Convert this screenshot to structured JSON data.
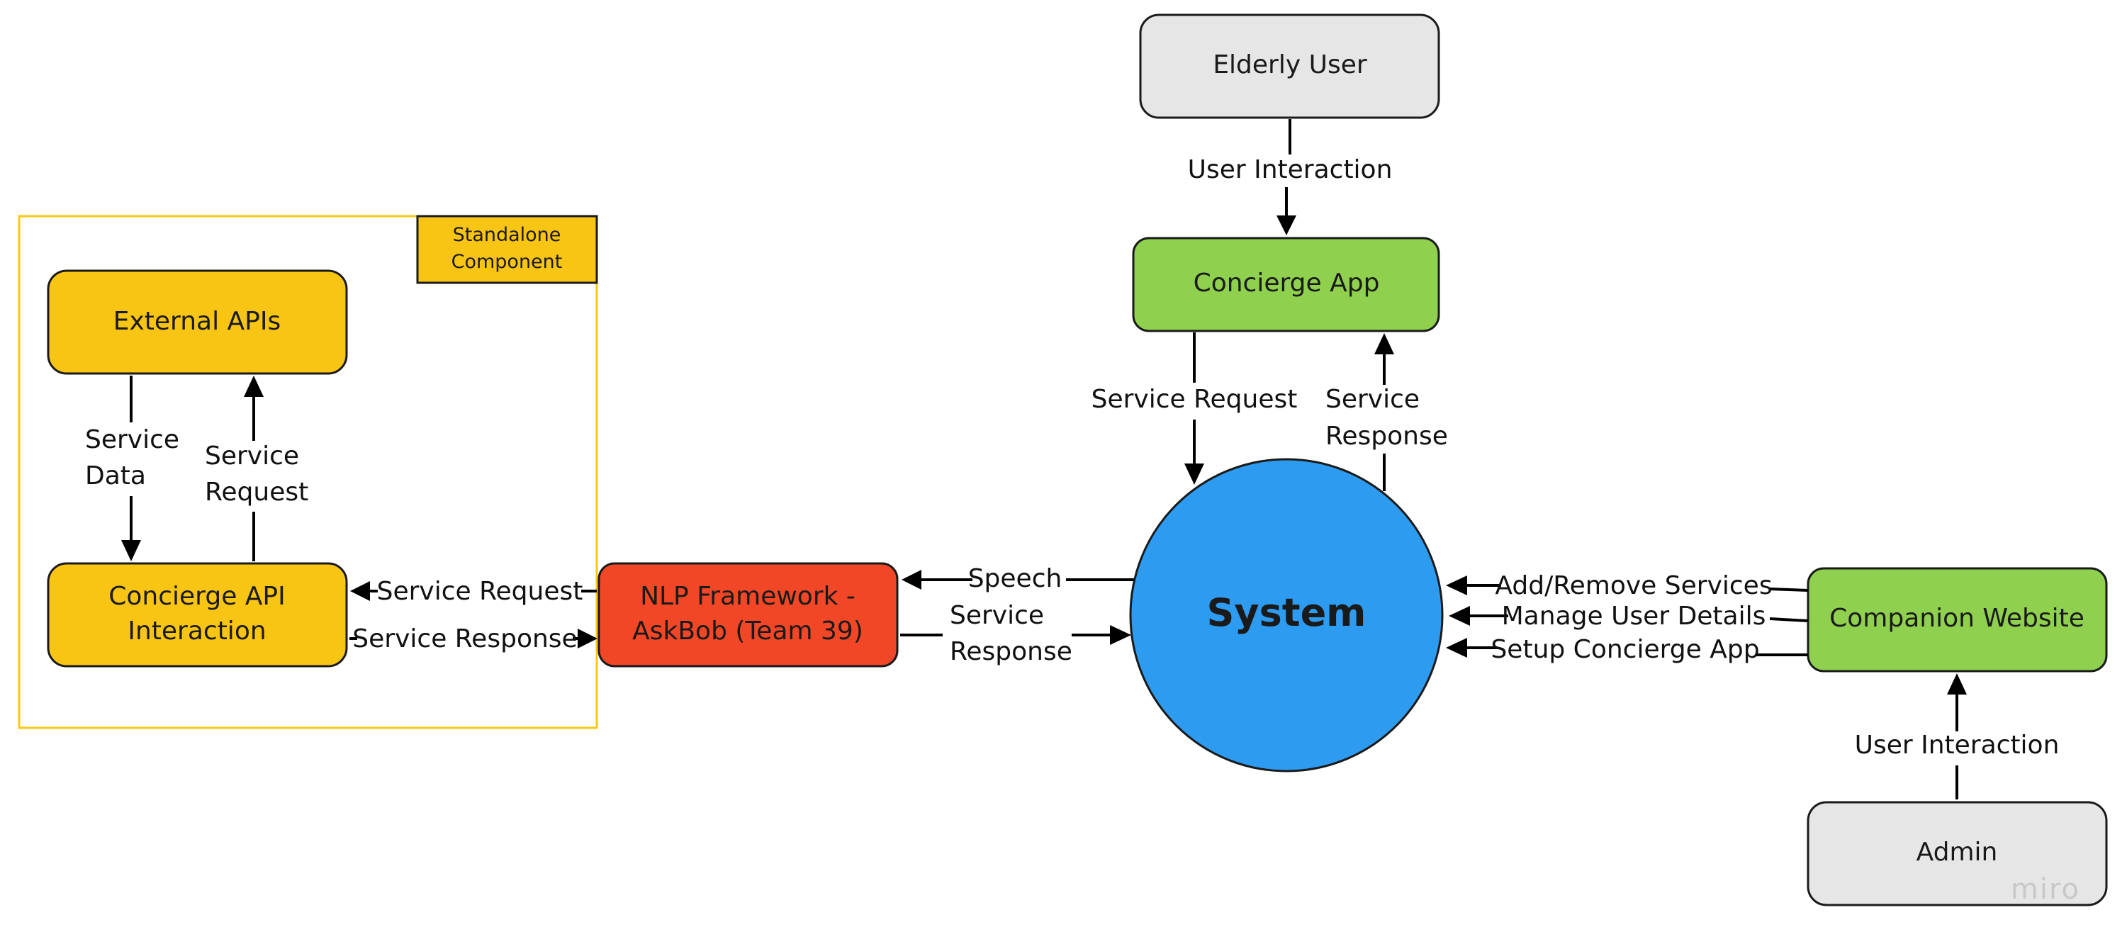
{
  "colors": {
    "external_block": "#f9c515",
    "app_block": "#8fd14f",
    "nlp_block": "#f24726",
    "system_circle": "#2d9bf0",
    "actor_block": "#e6e6e6",
    "standalone_frame": "#fac710"
  },
  "nodes": {
    "elderly_user": "Elderly User",
    "concierge_app": "Concierge App",
    "system": "System",
    "companion_website": "Companion Website",
    "admin": "Admin",
    "nlp_line1": "NLP Framework -",
    "nlp_line2": "AskBob (Team 39)",
    "external_apis": "External APIs",
    "concierge_api_line1": "Concierge API",
    "concierge_api_line2": "Interaction",
    "standalone_line1": "Standalone",
    "standalone_line2": "Component"
  },
  "edges": {
    "user_interaction_top": "User Interaction",
    "service_request_app": "Service Request",
    "service_response_app_line1": "Service",
    "service_response_app_line2": "Response",
    "speech": "Speech",
    "service_response_nlp_line1": "Service",
    "service_response_nlp_line2": "Response",
    "add_remove_services": "Add/Remove Services",
    "manage_user_details": "Manage User Details",
    "setup_concierge_app": "Setup Concierge App",
    "user_interaction_admin": "User Interaction",
    "service_request_api": "Service Request",
    "service_response_api": "Service Response",
    "service_data_line1": "Service",
    "service_data_line2": "Data",
    "service_request_ext_line1": "Service",
    "service_request_ext_line2": "Request"
  },
  "watermark": "miro"
}
